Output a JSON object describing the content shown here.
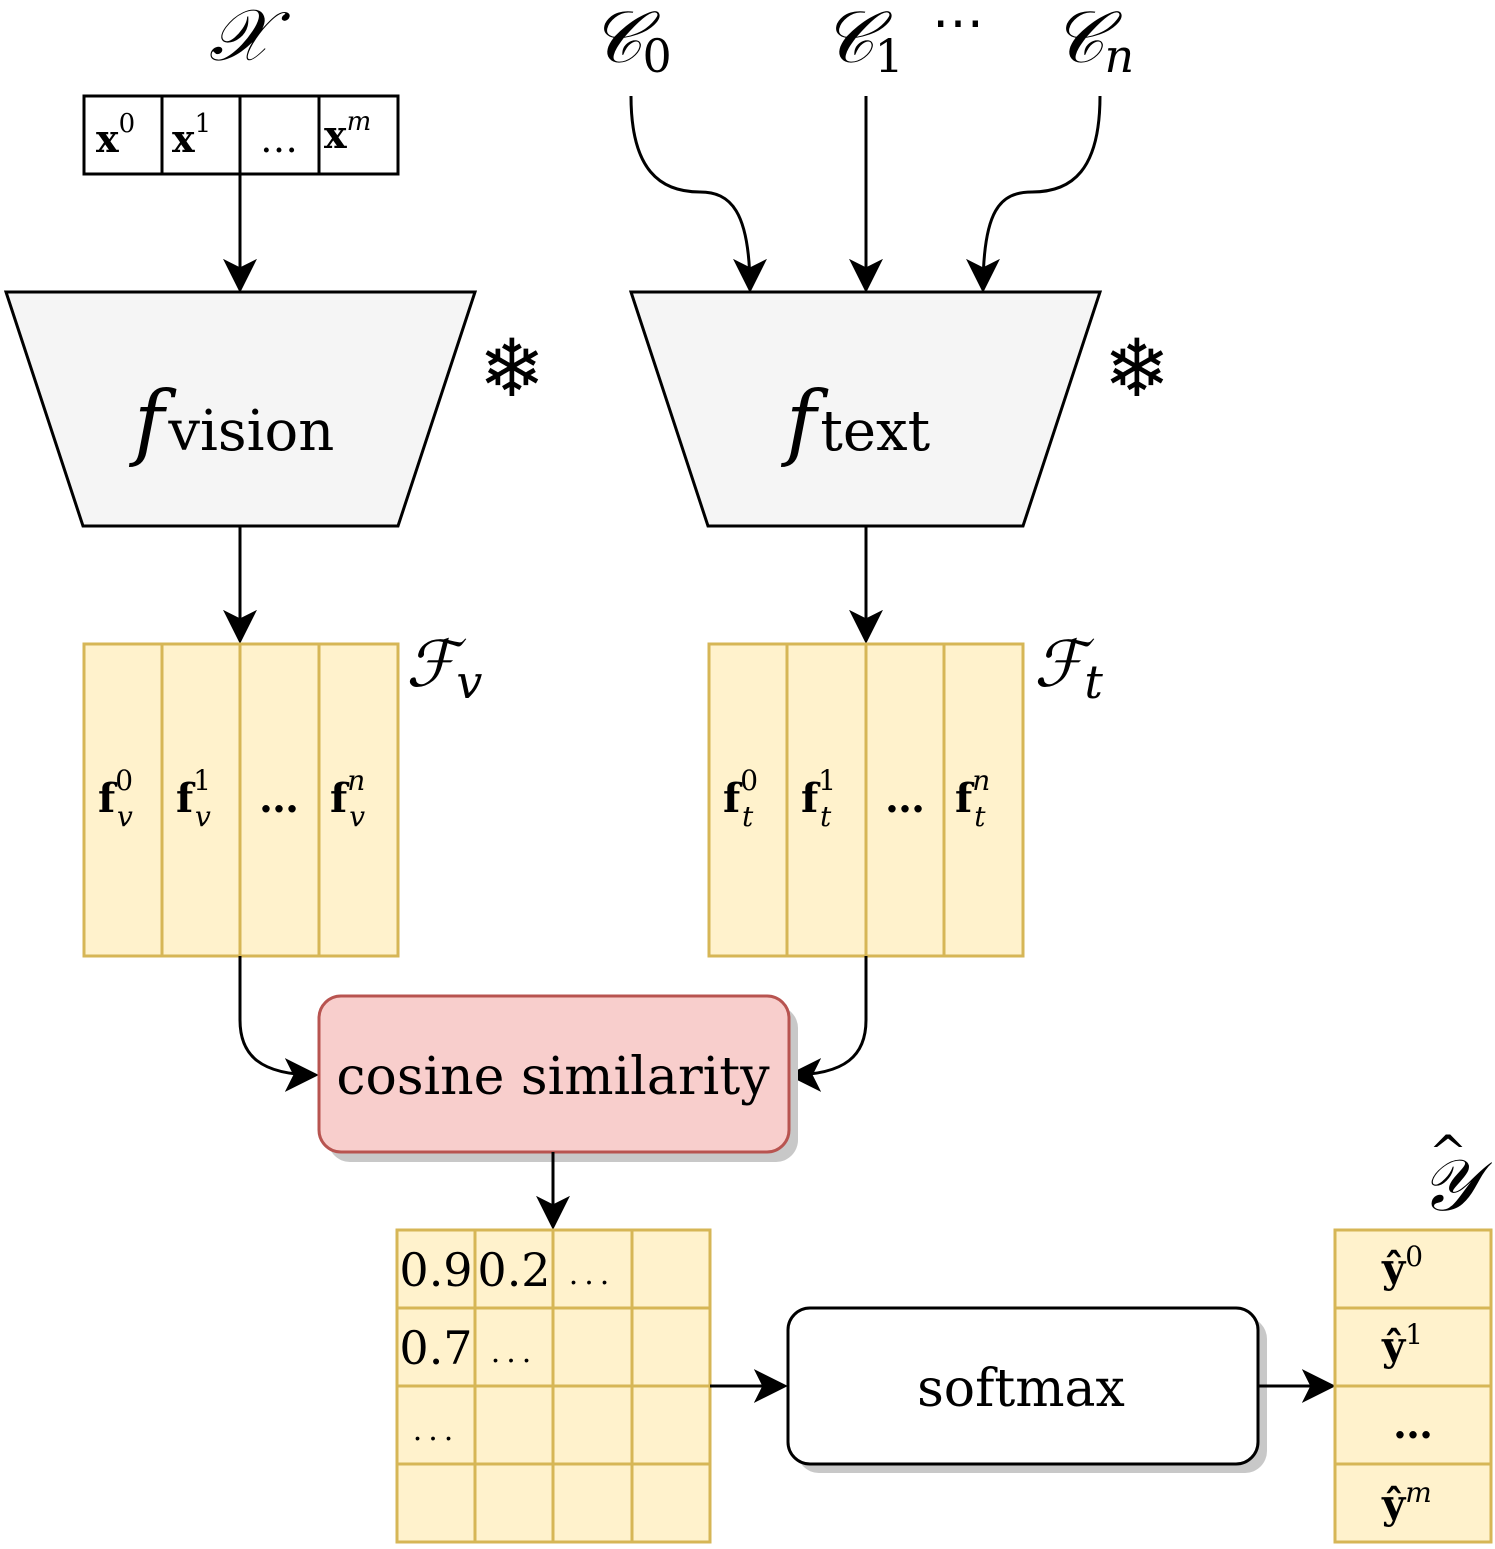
{
  "inputs": {
    "images_symbol": "𝒳",
    "images_cells": [
      "x",
      "x",
      "…",
      "x"
    ],
    "images_sups": [
      "0",
      "1",
      "",
      "m"
    ],
    "classes": [
      {
        "sym": "𝒞",
        "sub": "0"
      },
      {
        "sym": "𝒞",
        "sub": "1"
      },
      {
        "sym": "𝒞",
        "sub": "n"
      }
    ],
    "classes_ellipsis": "⋯"
  },
  "encoders": {
    "vision": {
      "f": "f",
      "sub": "vision"
    },
    "text": {
      "f": "f",
      "sub": "text"
    },
    "frozen_icon": "snowflake-icon",
    "frozen_glyph": "❄"
  },
  "features": {
    "vision": {
      "symbol": "ℱ",
      "symbol_sub": "v",
      "cells": [
        {
          "base": "f",
          "sup": "0",
          "sub": "v"
        },
        {
          "base": "f",
          "sup": "1",
          "sub": "v"
        },
        {
          "base": "…",
          "sup": "",
          "sub": ""
        },
        {
          "base": "f",
          "sup": "n",
          "sub": "v"
        }
      ]
    },
    "text": {
      "symbol": "ℱ",
      "symbol_sub": "t",
      "cells": [
        {
          "base": "f",
          "sup": "0",
          "sub": "t"
        },
        {
          "base": "f",
          "sup": "1",
          "sub": "t"
        },
        {
          "base": "…",
          "sup": "",
          "sub": ""
        },
        {
          "base": "f",
          "sup": "n",
          "sub": "t"
        }
      ]
    }
  },
  "cosine": {
    "label": "cosine similarity"
  },
  "matrix": {
    "rows": [
      [
        "0.9",
        "0.2",
        "...",
        ""
      ],
      [
        "0.7",
        "...",
        "",
        ""
      ],
      [
        "...",
        "",
        "",
        ""
      ],
      [
        "",
        "",
        "",
        ""
      ]
    ]
  },
  "softmax": {
    "label": "softmax"
  },
  "output": {
    "symbol": "𝒴",
    "hat": "^",
    "cells": [
      {
        "base": "ŷ",
        "sup": "0"
      },
      {
        "base": "ŷ",
        "sup": "1"
      },
      {
        "base": "…",
        "sup": ""
      },
      {
        "base": "ŷ",
        "sup": "m"
      }
    ]
  },
  "colors": {
    "feature_fill": "#fff2cc",
    "feature_stroke": "#d6b656",
    "encoder_fill": "#f5f5f5",
    "cosine_fill": "#f8cecc",
    "cosine_stroke": "#b85450",
    "shadow": "#c8c8c8",
    "stroke": "#000000"
  }
}
